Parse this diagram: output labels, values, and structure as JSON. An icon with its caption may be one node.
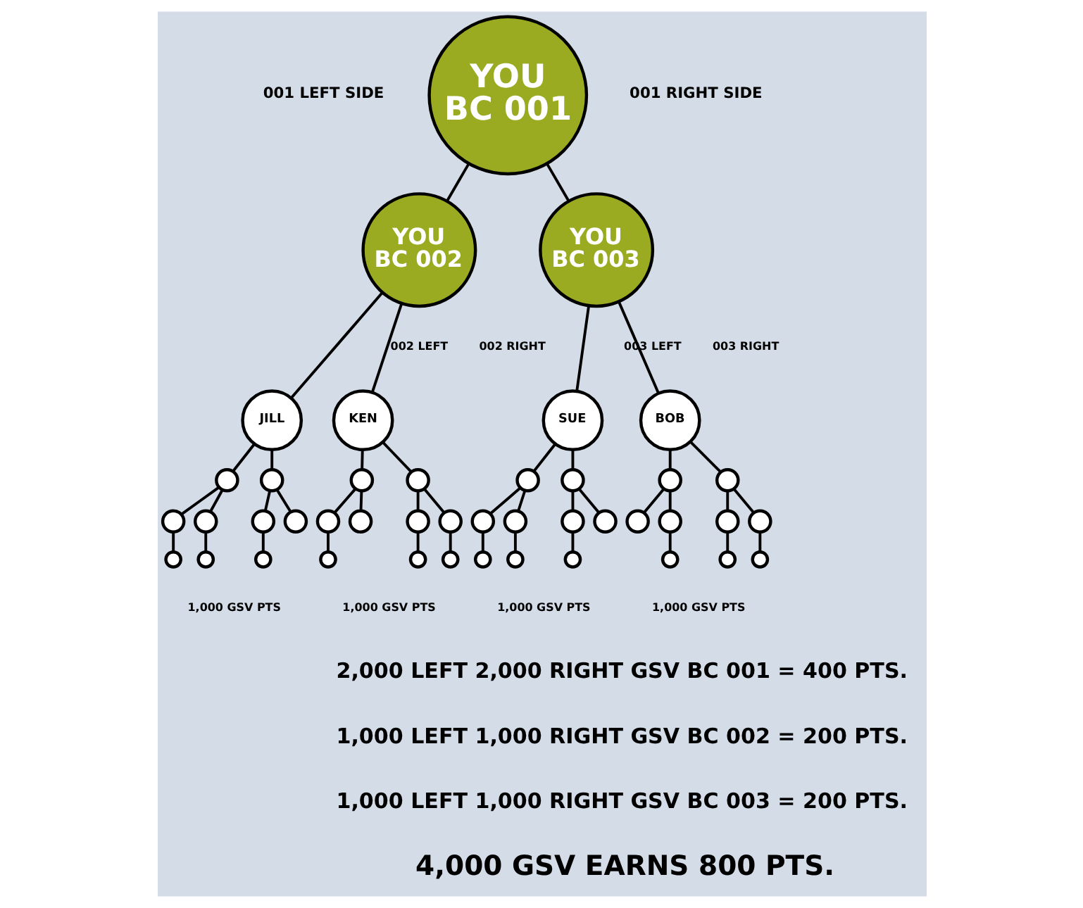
{
  "diagram": {
    "nodes": [
      {
        "text": [
          "YOU BC 001"
        ]
      },
      {
        "text": [
          "YOU BC 002"
        ]
      },
      {
        "text": [
          "YOU BC 003"
        ]
      },
      {
        "text": [
          "JILL"
        ]
      },
      {
        "text": [
          "KEN"
        ]
      },
      {
        "text": [
          "SUE"
        ]
      },
      {
        "text": [
          "BOB"
        ]
      },
      {
        "text": [],
        "shape": "circle"
      },
      {
        "text": [],
        "shape": "circle"
      },
      {
        "text": [],
        "shape": "circle"
      },
      {
        "text": [],
        "shape": "circle"
      },
      {
        "text": [],
        "shape": "circle"
      },
      {
        "text": [],
        "shape": "circle"
      },
      {
        "text": [],
        "shape": "circle"
      },
      {
        "text": [],
        "shape": "circle"
      },
      {
        "text": [],
        "shape": "circle"
      },
      {
        "text": [],
        "shape": "circle"
      },
      {
        "text": [],
        "shape": "circle"
      },
      {
        "text": [],
        "shape": "circle"
      },
      {
        "text": [],
        "shape": "circle"
      },
      {
        "text": [],
        "shape": "circle"
      },
      {
        "text": [],
        "shape": "circle"
      },
      {
        "text": [],
        "shape": "circle"
      },
      {
        "text": [],
        "shape": "circle"
      },
      {
        "text": [],
        "shape": "circle"
      },
      {
        "text": [],
        "shape": "circle"
      },
      {
        "text": [],
        "shape": "circle"
      },
      {
        "text": [],
        "shape": "circle"
      },
      {
        "text": [],
        "shape": "circle"
      },
      {
        "text": [],
        "shape": "circle"
      },
      {
        "text": [],
        "shape": "circle"
      },
      {
        "text": [],
        "shape": "circle"
      },
      {
        "text": [],
        "shape": "circle"
      },
      {
        "text": [],
        "shape": "circle"
      },
      {
        "text": [],
        "shape": "circle"
      },
      {
        "text": [],
        "shape": "circle"
      },
      {
        "text": [],
        "shape": "circle"
      },
      {
        "text": [],
        "shape": "circle"
      },
      {
        "text": [],
        "shape": "circle"
      },
      {
        "text": [],
        "shape": "circle"
      },
      {
        "text": [],
        "shape": "circle"
      },
      {
        "text": [],
        "shape": "circle"
      },
      {
        "text": [],
        "shape": "circle"
      }
    ],
    "edges": [
      {
        "from": 0,
        "to": 1,
        "arrow": "none"
      },
      {
        "from": 0,
        "to": 2,
        "arrow": "none"
      },
      {
        "from": 1,
        "to": 3,
        "arrow": "none"
      },
      {
        "from": 1,
        "to": 4,
        "arrow": "none"
      },
      {
        "from": 2,
        "to": 5,
        "arrow": "none"
      },
      {
        "from": 2,
        "to": 6,
        "arrow": "none"
      },
      {
        "from": 3,
        "to": 7,
        "arrow": "none"
      },
      {
        "from": 3,
        "to": 8,
        "arrow": "none"
      },
      {
        "from": 4,
        "to": 9,
        "arrow": "none"
      },
      {
        "from": 4,
        "to": 10,
        "arrow": "none"
      },
      {
        "from": 5,
        "to": 11,
        "arrow": "none"
      },
      {
        "from": 5,
        "to": 12,
        "arrow": "none"
      },
      {
        "from": 6,
        "to": 13,
        "arrow": "none"
      },
      {
        "from": 6,
        "to": 14,
        "arrow": "none"
      },
      {
        "from": 7,
        "to": 15,
        "arrow": "none"
      },
      {
        "from": 7,
        "to": 16,
        "arrow": "none"
      },
      {
        "from": 8,
        "to": 17,
        "arrow": "none"
      },
      {
        "from": 8,
        "to": 18,
        "arrow": "none"
      },
      {
        "from": 9,
        "to": 19,
        "arrow": "none"
      },
      {
        "from": 9,
        "to": 20,
        "arrow": "none"
      },
      {
        "from": 10,
        "to": 21,
        "arrow": "none"
      },
      {
        "from": 10,
        "to": 22,
        "arrow": "none"
      },
      {
        "from": 11,
        "to": 23,
        "arrow": "none"
      },
      {
        "from": 11,
        "to": 24,
        "arrow": "none"
      },
      {
        "from": 12,
        "to": 25,
        "arrow": "none"
      },
      {
        "from": 12,
        "to": 26,
        "arrow": "none"
      },
      {
        "from": 13,
        "to": 27,
        "arrow": "none"
      },
      {
        "from": 13,
        "to": 28,
        "arrow": "none"
      },
      {
        "from": 14,
        "to": 29,
        "arrow": "none"
      },
      {
        "from": 14,
        "to": 30,
        "arrow": "none"
      },
      {
        "from": 15,
        "to": 31,
        "arrow": "none"
      },
      {
        "from": 16,
        "to": 32,
        "arrow": "none"
      },
      {
        "from": 17,
        "to": 33,
        "arrow": "none"
      },
      {
        "from": 19,
        "to": 34,
        "arrow": "none"
      },
      {
        "from": 21,
        "to": 35,
        "arrow": "none"
      },
      {
        "from": 22,
        "to": 36,
        "arrow": "none"
      },
      {
        "from": 23,
        "to": 37,
        "arrow": "none"
      },
      {
        "from": 24,
        "to": 38,
        "arrow": "none"
      },
      {
        "from": 25,
        "to": 39,
        "arrow": "none"
      },
      {
        "from": 28,
        "to": 40,
        "arrow": "none"
      },
      {
        "from": 29,
        "to": 41,
        "arrow": "none"
      },
      {
        "from": 30,
        "to": 42,
        "arrow": "none"
      }
    ],
    "labels": [
      "001 LEFT SIDE",
      "001 RIGHT SIDE",
      "002 LEFT",
      "002 RIGHT",
      "003 LEFT",
      "003 RIGHT",
      "1,000 GSV PTS",
      "1,000 GSV PTS",
      "1,000 GSV PTS",
      "1,000 GSV PTS",
      "2,000 LEFT 2,000 RIGHT GSV BC 001 = 400 PTS.",
      "1,000 LEFT 1,000 RIGHT GSV BC 002 = 200 PTS.",
      "1,000 LEFT 1,000 RIGHT GSV BC 003 = 200 PTS.",
      "4,000 GSV EARNS 800 PTS."
    ]
  }
}
